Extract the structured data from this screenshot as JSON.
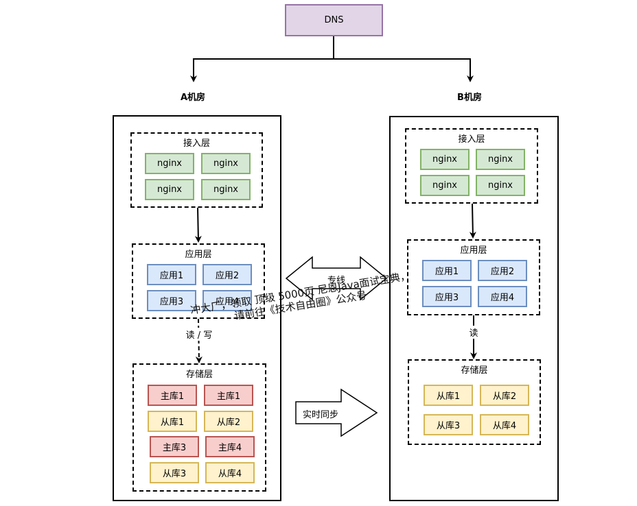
{
  "dns": {
    "label": "DNS"
  },
  "dc_a": {
    "label": "A机房",
    "access_layer": {
      "title": "接入层",
      "nodes": [
        "nginx",
        "nginx",
        "nginx",
        "nginx"
      ]
    },
    "app_layer": {
      "title": "应用层",
      "nodes": [
        "应用1",
        "应用2",
        "应用3",
        "应用4"
      ]
    },
    "storage_layer": {
      "title": "存储层",
      "nodes": [
        "主库1",
        "主库1",
        "从库1",
        "从库2",
        "主库3",
        "主库4",
        "从库3",
        "从库4"
      ]
    },
    "rw_label": "读 / 写"
  },
  "dc_b": {
    "label": "B机房",
    "access_layer": {
      "title": "接入层",
      "nodes": [
        "nginx",
        "nginx",
        "nginx",
        "nginx"
      ]
    },
    "app_layer": {
      "title": "应用层",
      "nodes": [
        "应用1",
        "应用2",
        "应用3",
        "应用4"
      ]
    },
    "storage_layer": {
      "title": "存储层",
      "nodes": [
        "从库1",
        "从库2",
        "从库3",
        "从库4"
      ]
    },
    "read_label": "读"
  },
  "links": {
    "dedicated_line": "专线",
    "realtime_sync": "实时同步"
  },
  "watermark": {
    "line1": "冲大厂，领取 顶级 5000页 尼恩Java面试宝典，",
    "line2": "请前往《技术自由圈》公众号"
  },
  "colors": {
    "dns_fill": "#e1d5e7",
    "dns_stroke": "#9673a6",
    "nginx_fill": "#d5e8d4",
    "nginx_stroke": "#82b366",
    "app_fill": "#dae8fc",
    "app_stroke": "#6c8ebf",
    "master_fill": "#f8cecc",
    "master_stroke": "#b85450",
    "slave_fill": "#fff2cc",
    "slave_stroke": "#d6b656"
  }
}
